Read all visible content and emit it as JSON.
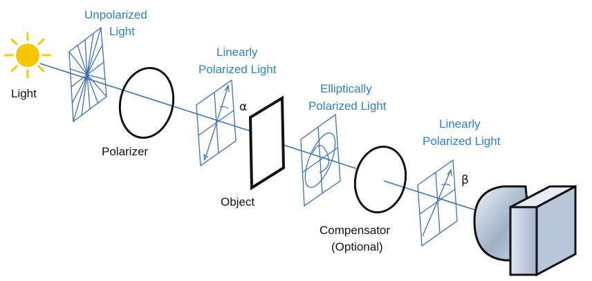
{
  "labels": {
    "light": "Light",
    "unpolarized_line1": "Unpolarized",
    "unpolarized_line2": "Light",
    "polarizer": "Polarizer",
    "linear1_line1": "Linearly",
    "linear1_line2": "Polarized Light",
    "alpha": "α",
    "object": "Object",
    "elliptical_line1": "Elliptically",
    "elliptical_line2": "Polarized Light",
    "compensator_line1": "Compensator",
    "compensator_line2": "(Optional)",
    "linear2_line1": "Linearly",
    "linear2_line2": "Polarized Light",
    "beta": "β"
  },
  "colors": {
    "label_blue": "#2f7fc1",
    "wave_blue": "#3b6fb6",
    "sun_yellow": "#f7c600",
    "outline": "#111111",
    "detector_gray": "#a9b4c6"
  },
  "icons": {
    "source": "sun-icon",
    "detector": "camera-detector-icon"
  }
}
